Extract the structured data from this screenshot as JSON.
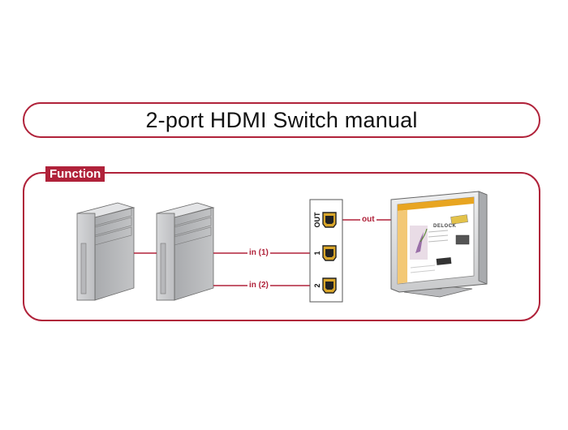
{
  "title": "2-port HDMI Switch manual",
  "section_label": "Function",
  "switch": {
    "ports": [
      {
        "id": "OUT",
        "link_label": "out"
      },
      {
        "id": "1",
        "link_label": "in (1)"
      },
      {
        "id": "2",
        "link_label": "in (2)"
      }
    ]
  },
  "monitor": {
    "screen_text": "DELOCK"
  },
  "colors": {
    "accent": "#b0223a",
    "device": "#c8c9cb",
    "screen_orange": "#e8a521"
  },
  "icons": [
    "computer-tower-icon",
    "computer-tower-icon",
    "hdmi-switch-icon",
    "hdmi-port-icon",
    "monitor-icon"
  ]
}
